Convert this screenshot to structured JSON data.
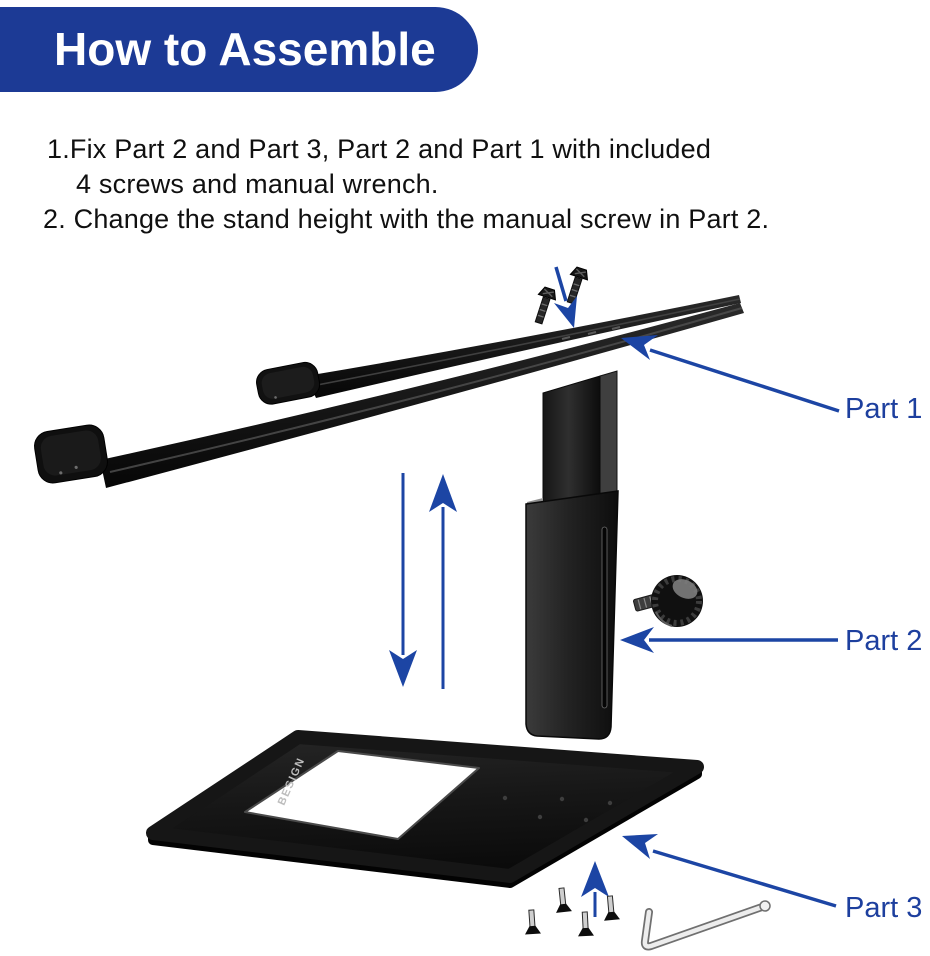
{
  "header": {
    "title": "How to Assemble",
    "bg_color": "#1c3a95",
    "text_color": "#ffffff"
  },
  "instructions": {
    "lines": [
      "1.Fix Part 2 and Part 3, Part 2 and Part 1 with included",
      "4 screws and manual wrench.",
      "2. Change the stand height with the manual screw in Part 2."
    ]
  },
  "diagram": {
    "labels": {
      "part1": "Part 1",
      "part2": "Part 2",
      "part3": "Part 3"
    },
    "brand_text": "BESIGN",
    "label_color": "#1d3f9e",
    "arrow_color": "#1c45a4",
    "components": [
      "laptop-platform",
      "platform-screws",
      "screw-direction-arrow",
      "height-adjust-column",
      "column-slot",
      "thumb-screw",
      "height-up-arrow",
      "height-down-arrow",
      "base-plate",
      "base-screws",
      "base-screw-arrow",
      "hex-wrench"
    ]
  }
}
